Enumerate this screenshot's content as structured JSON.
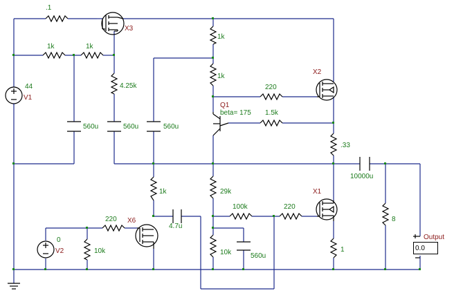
{
  "labels": {
    "r_top": ".1",
    "x3": "X3",
    "r1k_a": "1k",
    "r1k_b": "1k",
    "r1k_c": "1k",
    "r1k_d": "1k",
    "r425k": "4.25k",
    "v1_val": "44",
    "v1": "V1",
    "x2": "X2",
    "r220_a": "220",
    "q1": "Q1",
    "beta": "beta= 175",
    "r15k": "1.5k",
    "c560_a": "560u",
    "c560_b": "560u",
    "c560_c": "560u",
    "r033": ".33",
    "c10000": "10000u",
    "r1k_e": "1k",
    "r29k": "29k",
    "x1": "X1",
    "r100k": "100k",
    "r220_b": "220",
    "r8": "8",
    "output": "Output",
    "output_value": "0.0",
    "v2_val": "0",
    "v2": "V2",
    "r220_c": "220",
    "x6": "X6",
    "c47": "4.7u",
    "r10k_a": "10k",
    "r10k_b": "10k",
    "c560_d": "560u",
    "r1": "1"
  }
}
